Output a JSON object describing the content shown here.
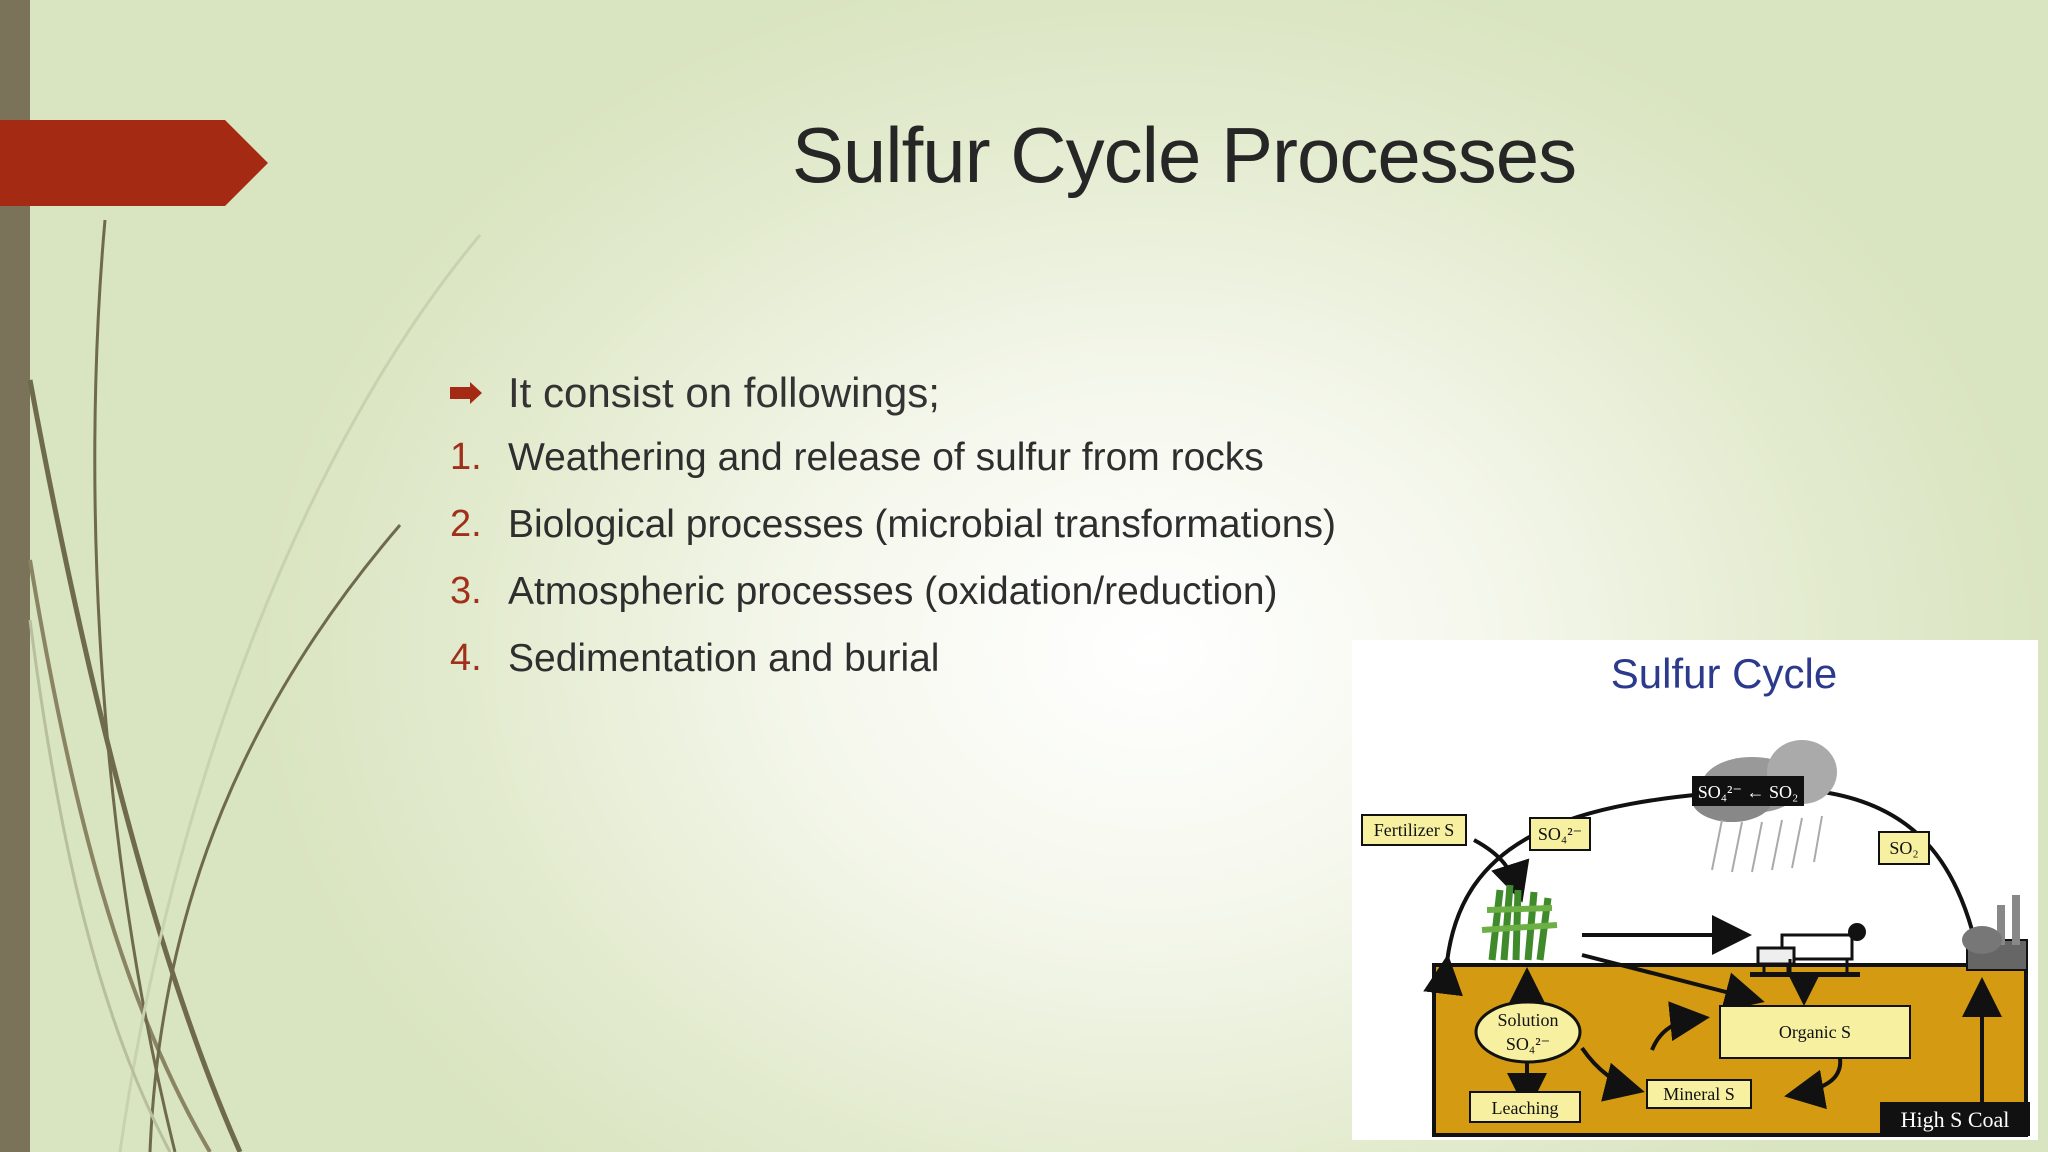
{
  "slide": {
    "title": "Sulfur Cycle Processes",
    "bullet": "It consist on followings;",
    "items": [
      {
        "num": "1.",
        "text": "Weathering and release of sulfur from rocks"
      },
      {
        "num": "2.",
        "text": "Biological processes (microbial transformations)"
      },
      {
        "num": "3.",
        "text": "Atmospheric processes (oxidation/reduction)"
      },
      {
        "num": "4.",
        "text": "Sedimentation and burial"
      }
    ]
  },
  "diagram": {
    "title": "Sulfur Cycle",
    "labels": {
      "fertilizer": "Fertilizer S",
      "so4_top": "SO₄²⁻",
      "cloud": "SO₄²⁻ ← SO₂",
      "so2": "SO₂",
      "solution_line1": "Solution",
      "solution_line2": "SO₄²⁻",
      "organic": "Organic S",
      "mineral": "Mineral S",
      "leaching": "Leaching",
      "coal": "High S Coal"
    }
  },
  "colors": {
    "accent_red": "#a52a14",
    "left_bar": "#7a735a",
    "soil": "#d49a12",
    "diagram_title": "#2b3a8c"
  }
}
